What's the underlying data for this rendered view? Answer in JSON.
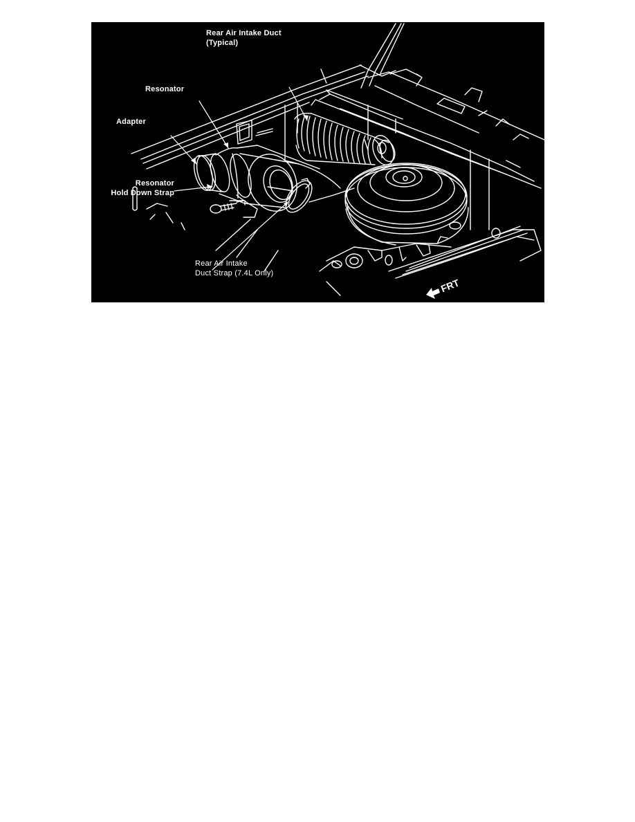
{
  "figure": {
    "background_color": "#000000",
    "line_color": "#ffffff",
    "page_color": "#ffffff",
    "callouts": {
      "rear_air_intake_duct": {
        "line1": "Rear Air Intake Duct",
        "line2": "(Typical)"
      },
      "resonator": {
        "line1": "Resonator"
      },
      "adapter": {
        "line1": "Adapter"
      },
      "resonator_hold_down_strap": {
        "line1": "Resonator",
        "line2": "Hold Down Strap"
      },
      "rear_air_intake_duct_strap": {
        "line1": "Rear Air Intake",
        "line2": "Duct Strap (7.4L Only)"
      }
    },
    "orientation": {
      "label": "FRT",
      "icon": "front-direction-arrow-icon"
    }
  }
}
